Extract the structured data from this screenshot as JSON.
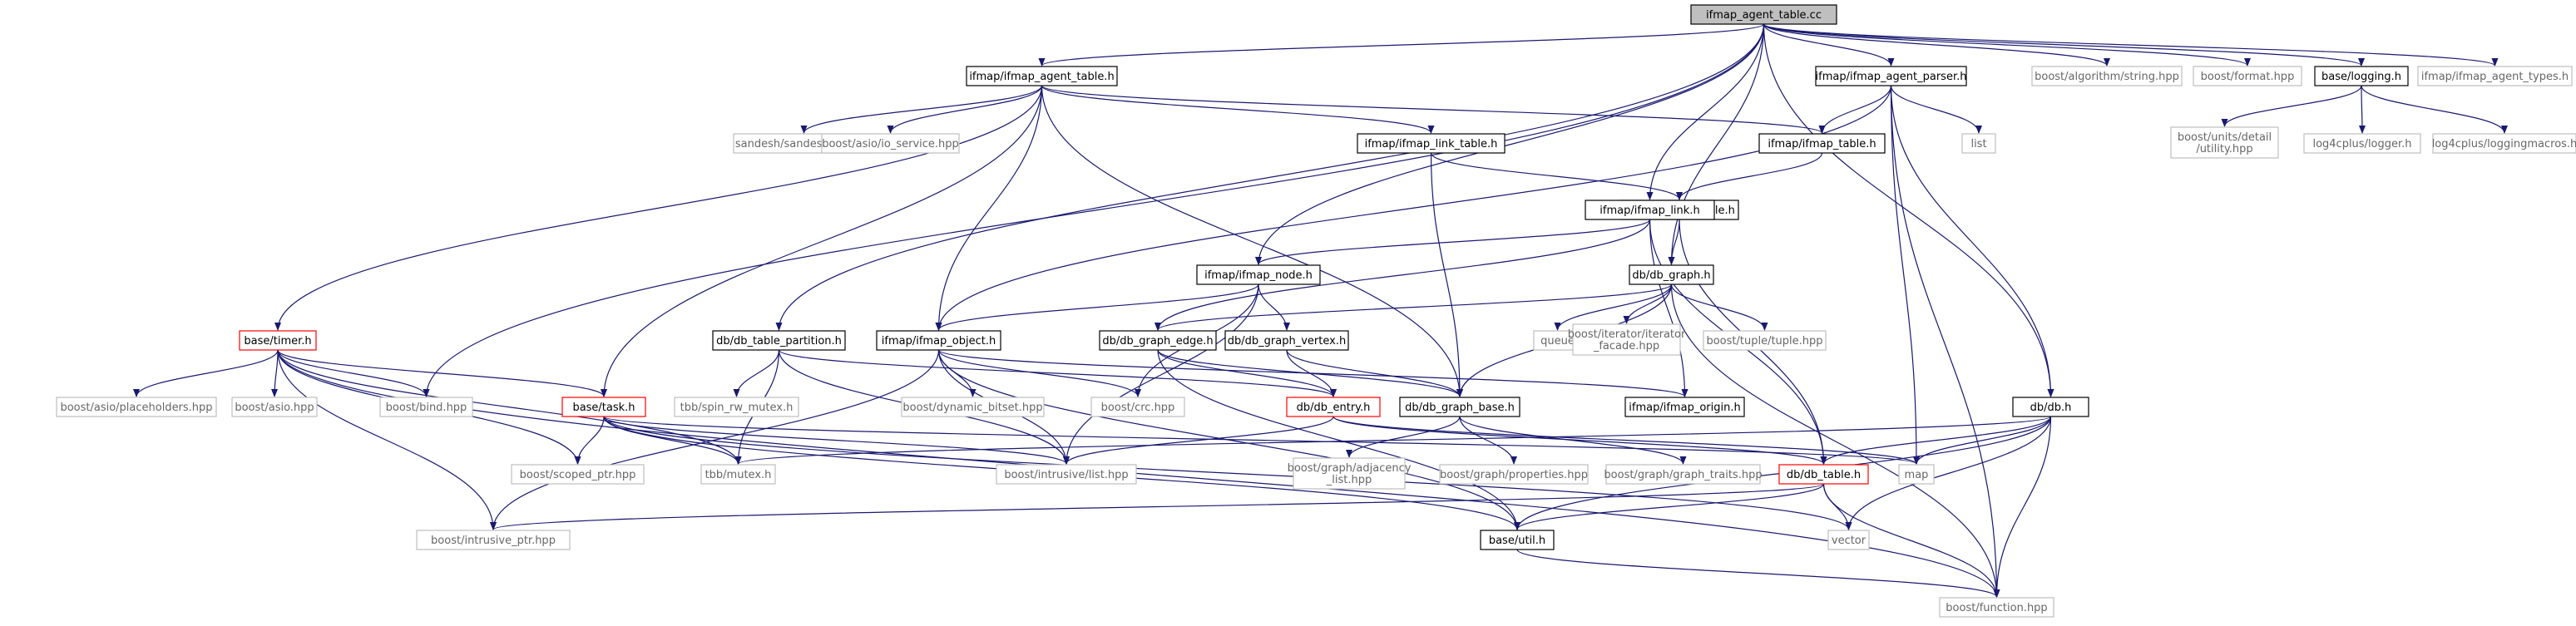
{
  "colors": {
    "edge": "#191970",
    "root_fill": "#bfbfbf",
    "node_border": "#000000",
    "missing_border": "#bfbfbf",
    "red_border": "#ff0000",
    "text": "#000000",
    "missing_text": "#666666"
  },
  "nodes": [
    {
      "id": "root",
      "style": "root",
      "lines": [
        "ifmap_agent_table.cc"
      ]
    },
    {
      "id": "agent_table_h",
      "style": "normal",
      "lines": [
        "ifmap/ifmap_agent_table.h"
      ]
    },
    {
      "id": "agent_parser_h",
      "style": "normal",
      "lines": [
        "ifmap/ifmap_agent_parser.h"
      ]
    },
    {
      "id": "boost_alg_string",
      "style": "missing",
      "lines": [
        "boost/algorithm/string.hpp"
      ]
    },
    {
      "id": "boost_format",
      "style": "missing",
      "lines": [
        "boost/format.hpp"
      ]
    },
    {
      "id": "base_logging",
      "style": "normal",
      "lines": [
        "base/logging.h"
      ]
    },
    {
      "id": "agent_types",
      "style": "missing",
      "lines": [
        "ifmap/ifmap_agent_types.h"
      ]
    },
    {
      "id": "sandesh_trace",
      "style": "missing",
      "lines": [
        "sandesh/sandesh_trace.h"
      ]
    },
    {
      "id": "io_service",
      "style": "missing",
      "lines": [
        "boost/asio/io_service.hpp"
      ]
    },
    {
      "id": "ifmap_link_table",
      "style": "normal",
      "lines": [
        "ifmap/ifmap_link_table.h"
      ]
    },
    {
      "id": "ifmap_table",
      "style": "normal",
      "lines": [
        "ifmap/ifmap_table.h"
      ]
    },
    {
      "id": "list",
      "style": "missing",
      "lines": [
        "list"
      ]
    },
    {
      "id": "boost_units",
      "style": "missing",
      "lines": [
        "boost/units/detail",
        "/utility.hpp"
      ]
    },
    {
      "id": "log4_logger",
      "style": "missing",
      "lines": [
        "log4cplus/logger.h"
      ]
    },
    {
      "id": "log4_macros",
      "style": "missing",
      "lines": [
        "log4cplus/loggingmacros.h"
      ]
    },
    {
      "id": "db_graph_table",
      "style": "normal",
      "lines": [
        "db/db_graph_table.h"
      ]
    },
    {
      "id": "ifmap_link",
      "style": "normal",
      "lines": [
        "ifmap/ifmap_link.h"
      ]
    },
    {
      "id": "db_graph",
      "style": "normal",
      "lines": [
        "db/db_graph.h"
      ]
    },
    {
      "id": "ifmap_node",
      "style": "normal",
      "lines": [
        "ifmap/ifmap_node.h"
      ]
    },
    {
      "id": "queue",
      "style": "missing",
      "lines": [
        "queue"
      ]
    },
    {
      "id": "iter_facade",
      "style": "missing",
      "lines": [
        "boost/iterator/iterator",
        "_facade.hpp"
      ]
    },
    {
      "id": "tuple",
      "style": "missing",
      "lines": [
        "boost/tuple/tuple.hpp"
      ]
    },
    {
      "id": "timer",
      "style": "red",
      "lines": [
        "base/timer.h"
      ]
    },
    {
      "id": "db_table_partition",
      "style": "normal",
      "lines": [
        "db/db_table_partition.h"
      ]
    },
    {
      "id": "ifmap_object",
      "style": "normal",
      "lines": [
        "ifmap/ifmap_object.h"
      ]
    },
    {
      "id": "db_graph_edge",
      "style": "normal",
      "lines": [
        "db/db_graph_edge.h"
      ]
    },
    {
      "id": "db_graph_vertex",
      "style": "normal",
      "lines": [
        "db/db_graph_vertex.h"
      ]
    },
    {
      "id": "asio_placeholders",
      "style": "missing",
      "lines": [
        "boost/asio/placeholders.hpp"
      ]
    },
    {
      "id": "boost_asio",
      "style": "missing",
      "lines": [
        "boost/asio.hpp"
      ]
    },
    {
      "id": "boost_bind",
      "style": "missing",
      "lines": [
        "boost/bind.hpp"
      ]
    },
    {
      "id": "base_task",
      "style": "red",
      "lines": [
        "base/task.h"
      ]
    },
    {
      "id": "spin_rw_mutex",
      "style": "missing",
      "lines": [
        "tbb/spin_rw_mutex.h"
      ]
    },
    {
      "id": "dyn_bitset",
      "style": "missing",
      "lines": [
        "boost/dynamic_bitset.hpp"
      ]
    },
    {
      "id": "boost_crc",
      "style": "missing",
      "lines": [
        "boost/crc.hpp"
      ]
    },
    {
      "id": "db_entry",
      "style": "red",
      "lines": [
        "db/db_entry.h"
      ]
    },
    {
      "id": "db_graph_base",
      "style": "normal",
      "lines": [
        "db/db_graph_base.h"
      ]
    },
    {
      "id": "ifmap_origin",
      "style": "normal",
      "lines": [
        "ifmap/ifmap_origin.h"
      ]
    },
    {
      "id": "db_h",
      "style": "normal",
      "lines": [
        "db/db.h"
      ]
    },
    {
      "id": "scoped_ptr",
      "style": "missing",
      "lines": [
        "boost/scoped_ptr.hpp"
      ]
    },
    {
      "id": "tbb_mutex",
      "style": "missing",
      "lines": [
        "tbb/mutex.h"
      ]
    },
    {
      "id": "intrusive_list",
      "style": "missing",
      "lines": [
        "boost/intrusive/list.hpp"
      ]
    },
    {
      "id": "adjacency_list",
      "style": "missing",
      "lines": [
        "boost/graph/adjacency",
        "_list.hpp"
      ]
    },
    {
      "id": "properties",
      "style": "missing",
      "lines": [
        "boost/graph/properties.hpp"
      ]
    },
    {
      "id": "graph_traits",
      "style": "missing",
      "lines": [
        "boost/graph/graph_traits.hpp"
      ]
    },
    {
      "id": "db_table",
      "style": "red",
      "lines": [
        "db/db_table.h"
      ]
    },
    {
      "id": "map",
      "style": "missing",
      "lines": [
        "map"
      ]
    },
    {
      "id": "intrusive_ptr",
      "style": "missing",
      "lines": [
        "boost/intrusive_ptr.hpp"
      ]
    },
    {
      "id": "base_util",
      "style": "normal",
      "lines": [
        "base/util.h"
      ]
    },
    {
      "id": "vector",
      "style": "missing",
      "lines": [
        "vector"
      ]
    },
    {
      "id": "boost_function",
      "style": "missing",
      "lines": [
        "boost/function.hpp"
      ]
    }
  ],
  "edges": [
    [
      "root",
      "agent_table_h"
    ],
    [
      "root",
      "agent_parser_h"
    ],
    [
      "root",
      "boost_alg_string"
    ],
    [
      "root",
      "boost_format"
    ],
    [
      "root",
      "base_logging"
    ],
    [
      "root",
      "agent_types"
    ],
    [
      "root",
      "boost_bind"
    ],
    [
      "root",
      "db_table_partition"
    ],
    [
      "root",
      "ifmap_node"
    ],
    [
      "root",
      "ifmap_link"
    ],
    [
      "root",
      "db_graph"
    ],
    [
      "root",
      "db_h"
    ],
    [
      "agent_table_h",
      "sandesh_trace"
    ],
    [
      "agent_table_h",
      "io_service"
    ],
    [
      "agent_table_h",
      "ifmap_link_table"
    ],
    [
      "agent_table_h",
      "ifmap_table"
    ],
    [
      "agent_table_h",
      "timer"
    ],
    [
      "agent_table_h",
      "ifmap_object"
    ],
    [
      "agent_table_h",
      "base_task"
    ],
    [
      "agent_table_h",
      "db_graph_base"
    ],
    [
      "agent_parser_h",
      "ifmap_table"
    ],
    [
      "agent_parser_h",
      "list"
    ],
    [
      "agent_parser_h",
      "db_h"
    ],
    [
      "agent_parser_h",
      "map"
    ],
    [
      "agent_parser_h",
      "boost_function"
    ],
    [
      "agent_parser_h",
      "ifmap_object"
    ],
    [
      "base_logging",
      "boost_units"
    ],
    [
      "base_logging",
      "log4_logger"
    ],
    [
      "base_logging",
      "log4_macros"
    ],
    [
      "ifmap_link_table",
      "db_graph_table"
    ],
    [
      "ifmap_link_table",
      "db_graph_base"
    ],
    [
      "ifmap_table",
      "db_graph_table"
    ],
    [
      "db_graph_table",
      "db_graph"
    ],
    [
      "db_graph_table",
      "db_table"
    ],
    [
      "ifmap_link",
      "ifmap_node"
    ],
    [
      "ifmap_link",
      "db_graph_edge"
    ],
    [
      "ifmap_link",
      "ifmap_origin"
    ],
    [
      "ifmap_link",
      "db_table"
    ],
    [
      "db_graph",
      "queue"
    ],
    [
      "db_graph",
      "iter_facade"
    ],
    [
      "db_graph",
      "tuple"
    ],
    [
      "db_graph",
      "db_graph_edge"
    ],
    [
      "db_graph",
      "db_graph_base"
    ],
    [
      "db_graph",
      "boost_function"
    ],
    [
      "ifmap_node",
      "db_graph_vertex"
    ],
    [
      "ifmap_node",
      "ifmap_object"
    ],
    [
      "ifmap_node",
      "boost_crc"
    ],
    [
      "ifmap_node",
      "intrusive_list"
    ],
    [
      "timer",
      "asio_placeholders"
    ],
    [
      "timer",
      "boost_asio"
    ],
    [
      "timer",
      "boost_bind"
    ],
    [
      "timer",
      "base_task"
    ],
    [
      "timer",
      "tbb_mutex"
    ],
    [
      "timer",
      "scoped_ptr"
    ],
    [
      "timer",
      "intrusive_ptr"
    ],
    [
      "timer",
      "boost_function"
    ],
    [
      "db_table_partition",
      "spin_rw_mutex"
    ],
    [
      "db_table_partition",
      "db_entry"
    ],
    [
      "db_table_partition",
      "intrusive_list"
    ],
    [
      "db_table_partition",
      "tbb_mutex"
    ],
    [
      "ifmap_object",
      "dyn_bitset"
    ],
    [
      "ifmap_object",
      "boost_crc"
    ],
    [
      "ifmap_object",
      "intrusive_list"
    ],
    [
      "ifmap_object",
      "ifmap_origin"
    ],
    [
      "ifmap_object",
      "intrusive_ptr"
    ],
    [
      "ifmap_object",
      "base_util"
    ],
    [
      "db_graph_edge",
      "db_entry"
    ],
    [
      "db_graph_edge",
      "db_graph_base"
    ],
    [
      "db_graph_edge",
      "base_util"
    ],
    [
      "db_graph_vertex",
      "db_entry"
    ],
    [
      "db_graph_vertex",
      "db_graph_base"
    ],
    [
      "db_entry",
      "intrusive_list"
    ],
    [
      "db_entry",
      "map"
    ],
    [
      "db_entry",
      "db_table"
    ],
    [
      "db_graph_base",
      "adjacency_list"
    ],
    [
      "db_graph_base",
      "properties"
    ],
    [
      "db_graph_base",
      "graph_traits"
    ],
    [
      "base_task",
      "scoped_ptr"
    ],
    [
      "base_task",
      "tbb_mutex"
    ],
    [
      "base_task",
      "intrusive_list"
    ],
    [
      "base_task",
      "map"
    ],
    [
      "base_task",
      "vector"
    ],
    [
      "base_task",
      "base_util"
    ],
    [
      "db_h",
      "map"
    ],
    [
      "db_h",
      "vector"
    ],
    [
      "db_h",
      "boost_function"
    ],
    [
      "db_h",
      "base_util"
    ],
    [
      "db_h",
      "db_table"
    ],
    [
      "db_h",
      "tbb_mutex"
    ],
    [
      "db_table",
      "vector"
    ],
    [
      "db_table",
      "base_util"
    ],
    [
      "db_table",
      "boost_function"
    ],
    [
      "db_table",
      "intrusive_ptr"
    ],
    [
      "base_util",
      "boost_function"
    ]
  ]
}
